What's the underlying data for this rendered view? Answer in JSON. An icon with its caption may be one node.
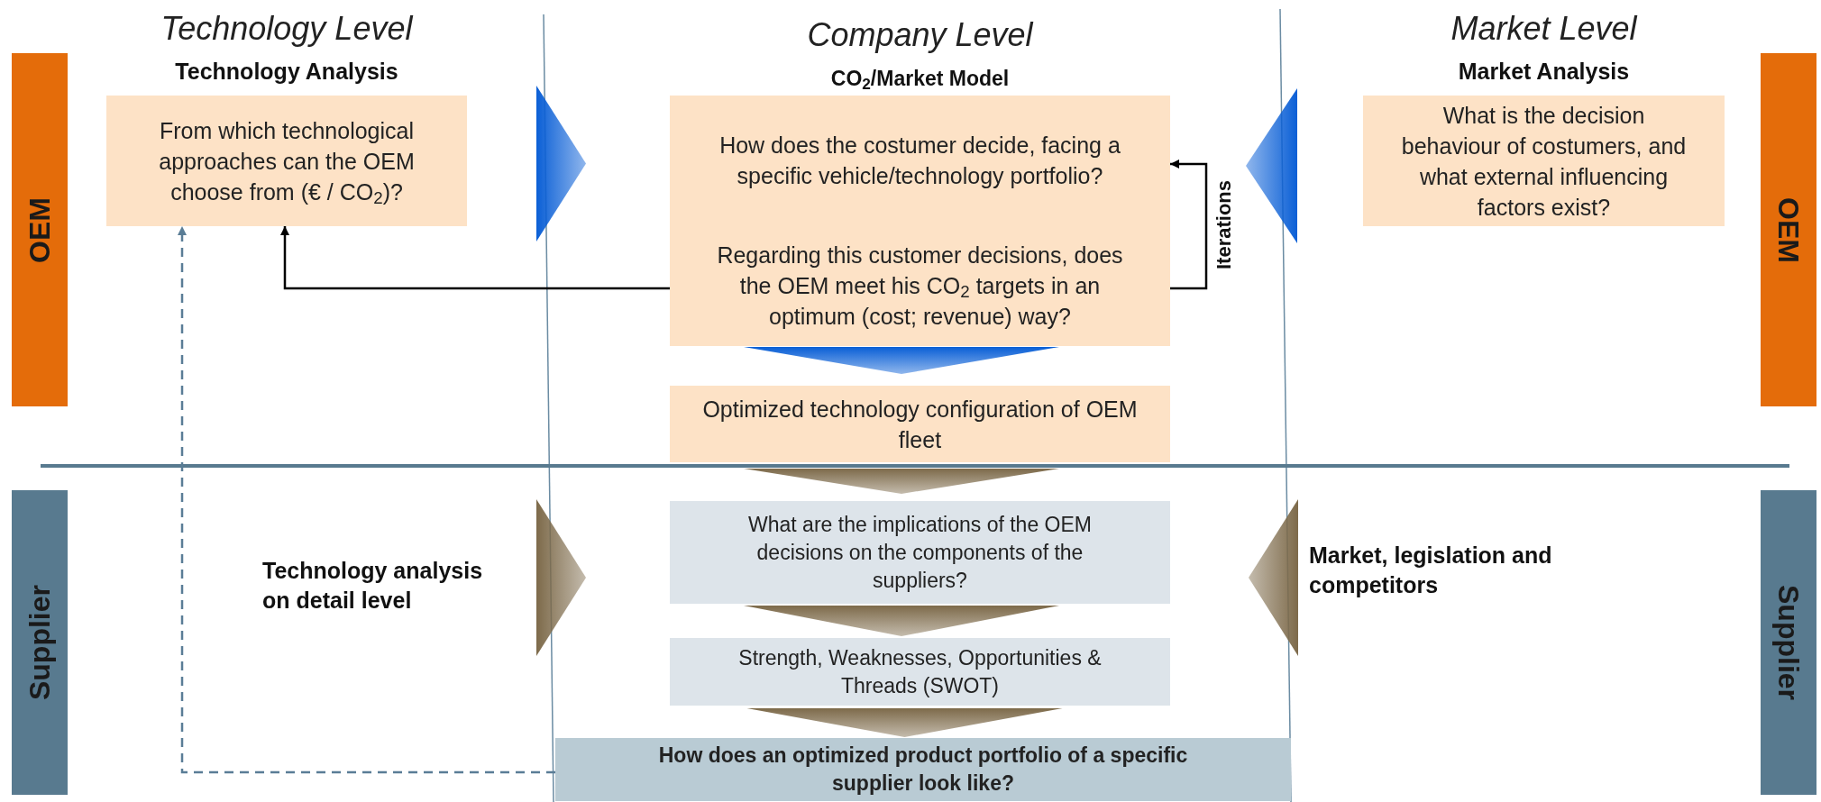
{
  "diagram": {
    "nodes": [
      {
        "text": [
          "OEM"
        ]
      },
      {
        "text": [
          "Technology Analysis",
          "From which technological approaches can the OEM choose from (€ / CO$_{2}$)?"
        ]
      },
      {
        "text": [
          "CO$_{2}$/Market Model",
          "How does the costumer decide, facing a specific vehicle/technology portfolio?"
        ]
      },
      {
        "text": [
          "Regarding this customer decisions, does the OEM meet his CO$_{2}$ targets in an optimum (cost; revenue) way?"
        ]
      },
      {
        "text": [
          "Market Analysis",
          "What is the decision behaviour of costumers, and what external influencing factors exist?"
        ]
      },
      {
        "text": [
          "OEM"
        ]
      },
      {
        "text": [
          "Optimized technology configuration of OEM fleet"
        ]
      },
      {
        "text": [
          "Supplier"
        ]
      },
      {
        "text": [
          "Technology analysis on detail level"
        ]
      },
      {
        "text": [
          "What are the implications of the OEM decisions on the components of the suppliers?"
        ]
      },
      {
        "text": [
          "Market, legislation and competitors"
        ]
      },
      {
        "text": [
          "Strength, Weaknesses, Opportunities & Threads (SWOT)"
        ]
      },
      {
        "text": [
          "How does an optimized product portfolio of a specific supplier look like?"
        ]
      },
      {
        "text": [
          "Supplier"
        ]
      }
    ],
    "edges": [
      {
        "from": 3,
        "to": 1,
        "arrow": "to",
        "color": "#000000"
      },
      {
        "from": 3,
        "to": 2,
        "arrow": "to",
        "label": "Iterations",
        "color": "#000000"
      },
      {
        "from": 12,
        "to": 1,
        "arrow": "to",
        "style": "dashed",
        "color": "#5a7d96"
      },
      {
        "from": 1,
        "to": 2,
        "arrow": "to",
        "color": "#0a5fd6"
      },
      {
        "from": 4,
        "to": 2,
        "arrow": "to",
        "color": "#0a5fd6"
      },
      {
        "from": 3,
        "to": 6,
        "arrow": "to",
        "color": "#0a5fd6"
      },
      {
        "from": 6,
        "to": 9,
        "arrow": "to"
      },
      {
        "from": 9,
        "to": 11,
        "arrow": "to"
      },
      {
        "from": 11,
        "to": 12,
        "arrow": "to"
      },
      {
        "from": 8,
        "to": 9,
        "arrow": "to"
      },
      {
        "from": 10,
        "to": 9,
        "arrow": "to"
      }
    ],
    "labels": [
      "Technology Level",
      "Company Level",
      "Market Level"
    ]
  }
}
